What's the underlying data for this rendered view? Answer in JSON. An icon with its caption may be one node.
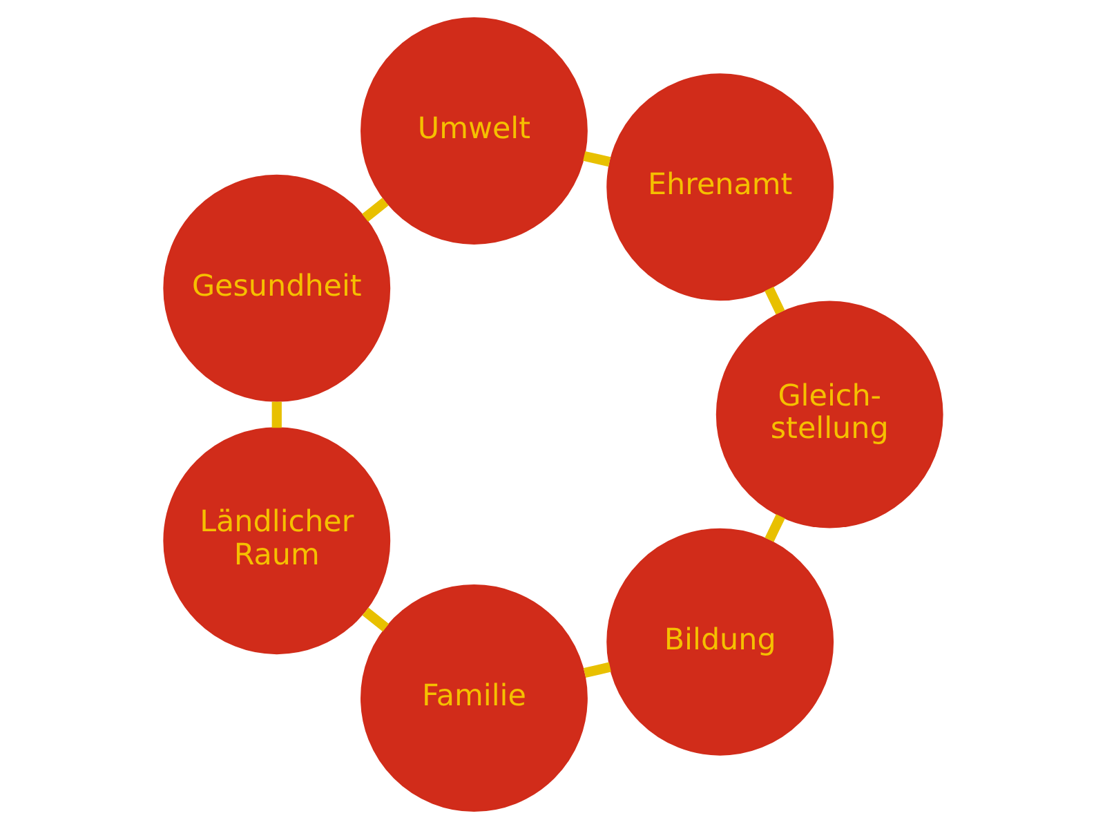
{
  "diagram": {
    "nodes": [
      {
        "text": [
          "Bildung"
        ]
      },
      {
        "text": [
          "Gleich- stellung"
        ]
      },
      {
        "text": [
          "Familie"
        ]
      },
      {
        "text": [
          "Ehrenamt"
        ]
      },
      {
        "text": [
          "Ländlicher Raum"
        ]
      },
      {
        "text": [
          "Umwelt"
        ]
      },
      {
        "text": [
          "Gesundheit"
        ]
      }
    ],
    "edges": [
      {
        "from": 0,
        "to": 2,
        "arrow": "none"
      },
      {
        "from": 2,
        "to": 4,
        "arrow": "none"
      },
      {
        "from": 4,
        "to": 6,
        "arrow": "none"
      },
      {
        "from": 6,
        "to": 5,
        "arrow": "none"
      },
      {
        "from": 5,
        "to": 3,
        "arrow": "none"
      },
      {
        "from": 3,
        "to": 1,
        "arrow": "none"
      },
      {
        "from": 1,
        "to": 0,
        "arrow": "none"
      }
    ]
  }
}
